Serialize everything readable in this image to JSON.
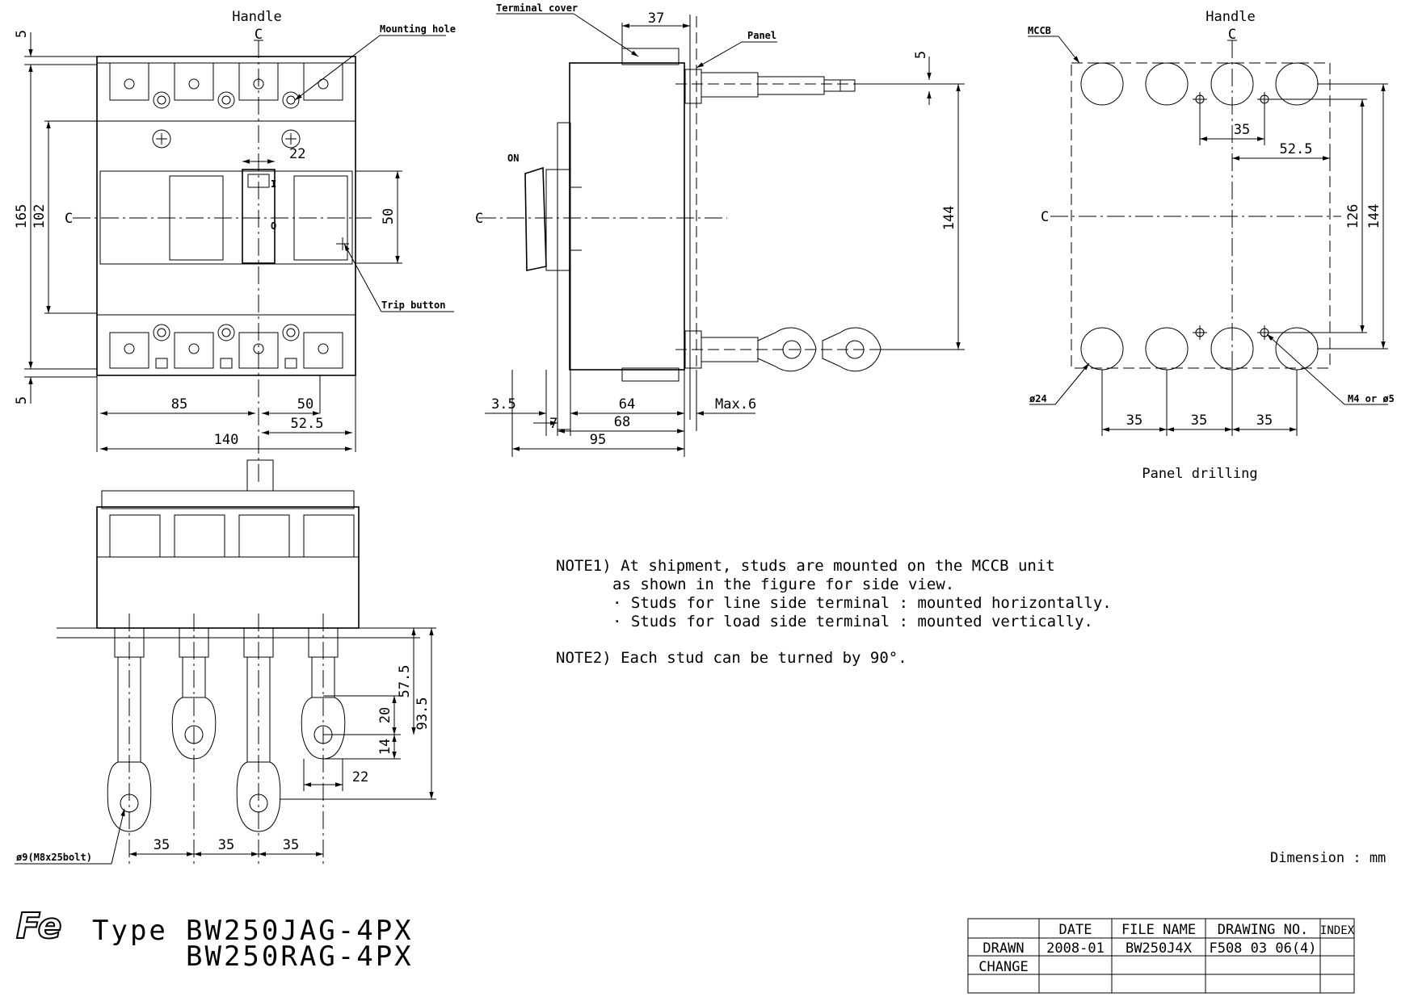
{
  "front_view": {
    "handle_label": "Handle",
    "centerline_mark": "C",
    "mounting_hole_label": "Mounting hole",
    "trip_button_label": "Trip button",
    "dims": {
      "top_gap": "5",
      "bottom_gap": "5",
      "height": "165",
      "mount_height": "102",
      "window": "22",
      "window_h": "50",
      "left": "85",
      "right": "50",
      "right2": "52.5",
      "width": "140"
    }
  },
  "side_view": {
    "terminal_cover_label": "Terminal cover",
    "panel_label": "Panel",
    "on_label": "ON",
    "centerline_mark": "C",
    "dims": {
      "cover": "37",
      "stud_top": "5",
      "stud_span": "144",
      "d35": "3.5",
      "d7": "7",
      "d64": "64",
      "d68": "68",
      "d95": "95",
      "max": "Max.6"
    }
  },
  "drilling_view": {
    "handle_label": "Handle",
    "centerline_mark": "C",
    "mccb_label": "MCCB",
    "hole_dia_label": "ø24",
    "screw_label": "M4 or ø5",
    "caption": "Panel drilling",
    "dims": {
      "h35": "35",
      "h525": "52.5",
      "v126": "126",
      "v144": "144",
      "p1": "35",
      "p2": "35",
      "p3": "35"
    }
  },
  "bottom_view": {
    "bolt_label": "ø9(M8x25bolt)",
    "dims": {
      "d575": "57.5",
      "d935": "93.5",
      "d20": "20",
      "d14": "14",
      "d22": "22",
      "p1": "35",
      "p2": "35",
      "p3": "35"
    }
  },
  "notes": {
    "note1_line1": "NOTE1) At shipment, studs are mounted on the MCCB unit",
    "note1_line2": "as shown in the figure for side view.",
    "note1_line3": "· Studs for line side terminal : mounted horizontally.",
    "note1_line4": "· Studs for load side terminal : mounted vertically.",
    "note2": "NOTE2) Each stud can be turned by 90°."
  },
  "dimension_unit": "Dimension : mm",
  "title": {
    "logo": "Fe",
    "type_label": "Type",
    "model1": "BW250JAG-4PX",
    "model2": "BW250RAG-4PX"
  },
  "title_block": {
    "headers": [
      "DATE",
      "FILE NAME",
      "DRAWING NO.",
      "INDEX"
    ],
    "rows": [
      {
        "label": "DRAWN",
        "date": "2008-01",
        "file": "BW250J4X",
        "drawing_no": "F508 03 06(4)",
        "index": ""
      },
      {
        "label": "CHANGE",
        "date": "",
        "file": "",
        "drawing_no": "",
        "index": ""
      }
    ]
  }
}
